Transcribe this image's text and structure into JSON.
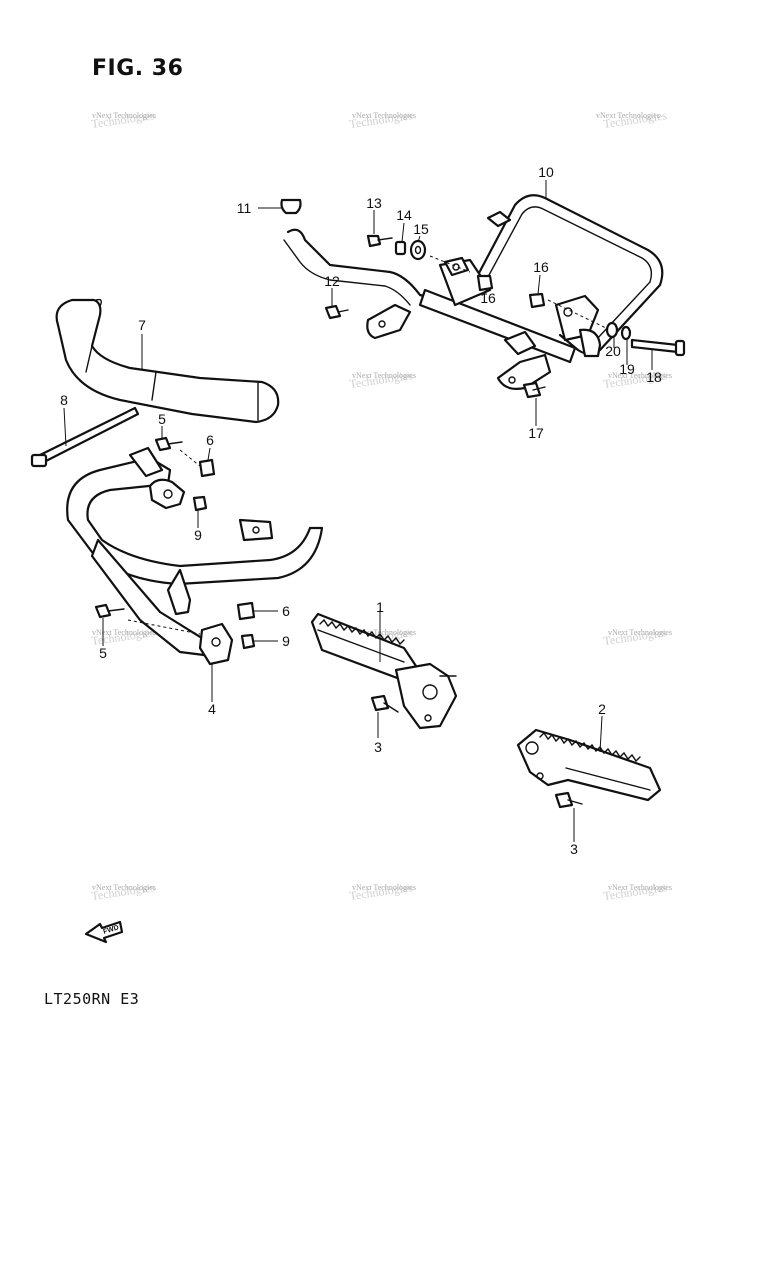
{
  "figure": {
    "title": "FIG. 36",
    "model": "LT250RN E3"
  },
  "watermark": {
    "line1": "vNext Technologies",
    "line2": "Technologies"
  },
  "fwd_label": "FWD",
  "callouts": [
    "1",
    "2",
    "3",
    "3",
    "4",
    "5",
    "5",
    "6",
    "6",
    "7",
    "8",
    "9",
    "9",
    "10",
    "11",
    "12",
    "13",
    "14",
    "15",
    "16",
    "16",
    "17",
    "18",
    "19",
    "20"
  ]
}
